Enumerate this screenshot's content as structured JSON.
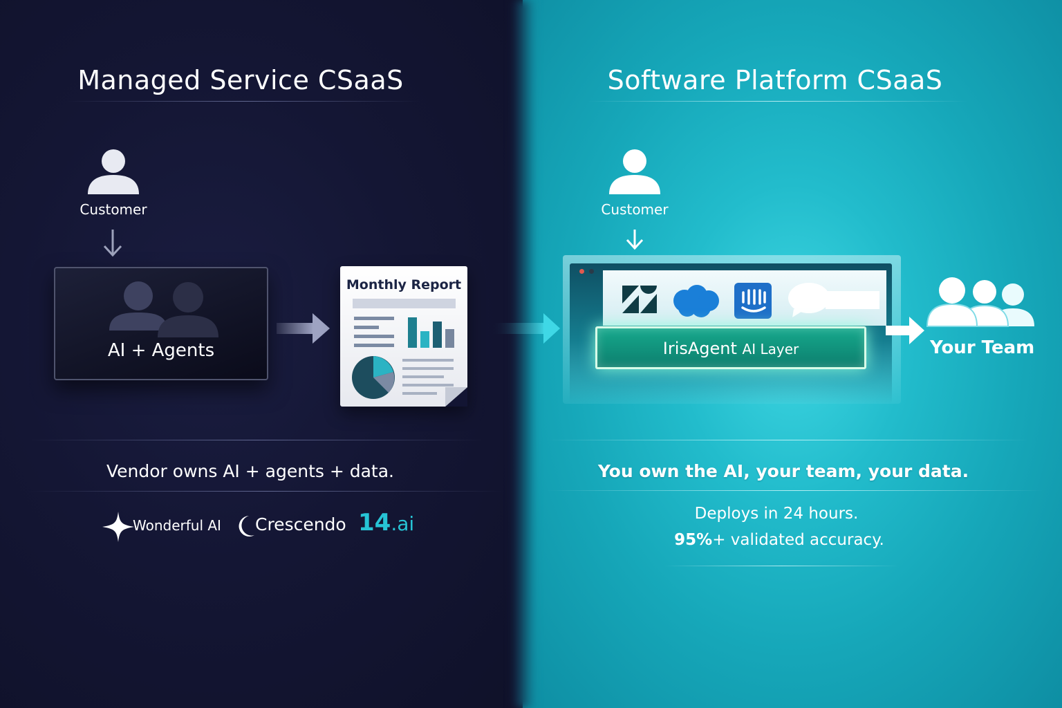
{
  "left": {
    "title": "Managed Service CSaaS",
    "customer_label": "Customer",
    "agents_label": "AI + Agents",
    "report_title": "Monthly Report",
    "statement": "Vendor owns AI + agents + data.",
    "vendors": [
      {
        "name": "Wonderful AI",
        "icon": "sparkle-icon"
      },
      {
        "name": "Crescendo",
        "icon": "crescent-icon"
      },
      {
        "name_main": "14",
        "name_suffix": ".ai"
      }
    ]
  },
  "right": {
    "title": "Software Platform CSaaS",
    "customer_label": "Customer",
    "integrations": [
      "zendesk-icon",
      "salesforce-cloud-icon",
      "intercom-icon",
      "chat-bubble-icon"
    ],
    "layer_name": "IrisAgent",
    "layer_suffix": "AI Layer",
    "team_label": "Your Team",
    "statement": "You own the AI, your team, your data.",
    "line1": "Deploys in 24 hours.",
    "line2_strong": "95%",
    "line2_rest": "+ validated accuracy."
  },
  "colors": {
    "left_bg": "#131533",
    "right_bg": "#1fb6c6",
    "ai_layer": "#16a88c",
    "accent_teal": "#27c4d6"
  }
}
